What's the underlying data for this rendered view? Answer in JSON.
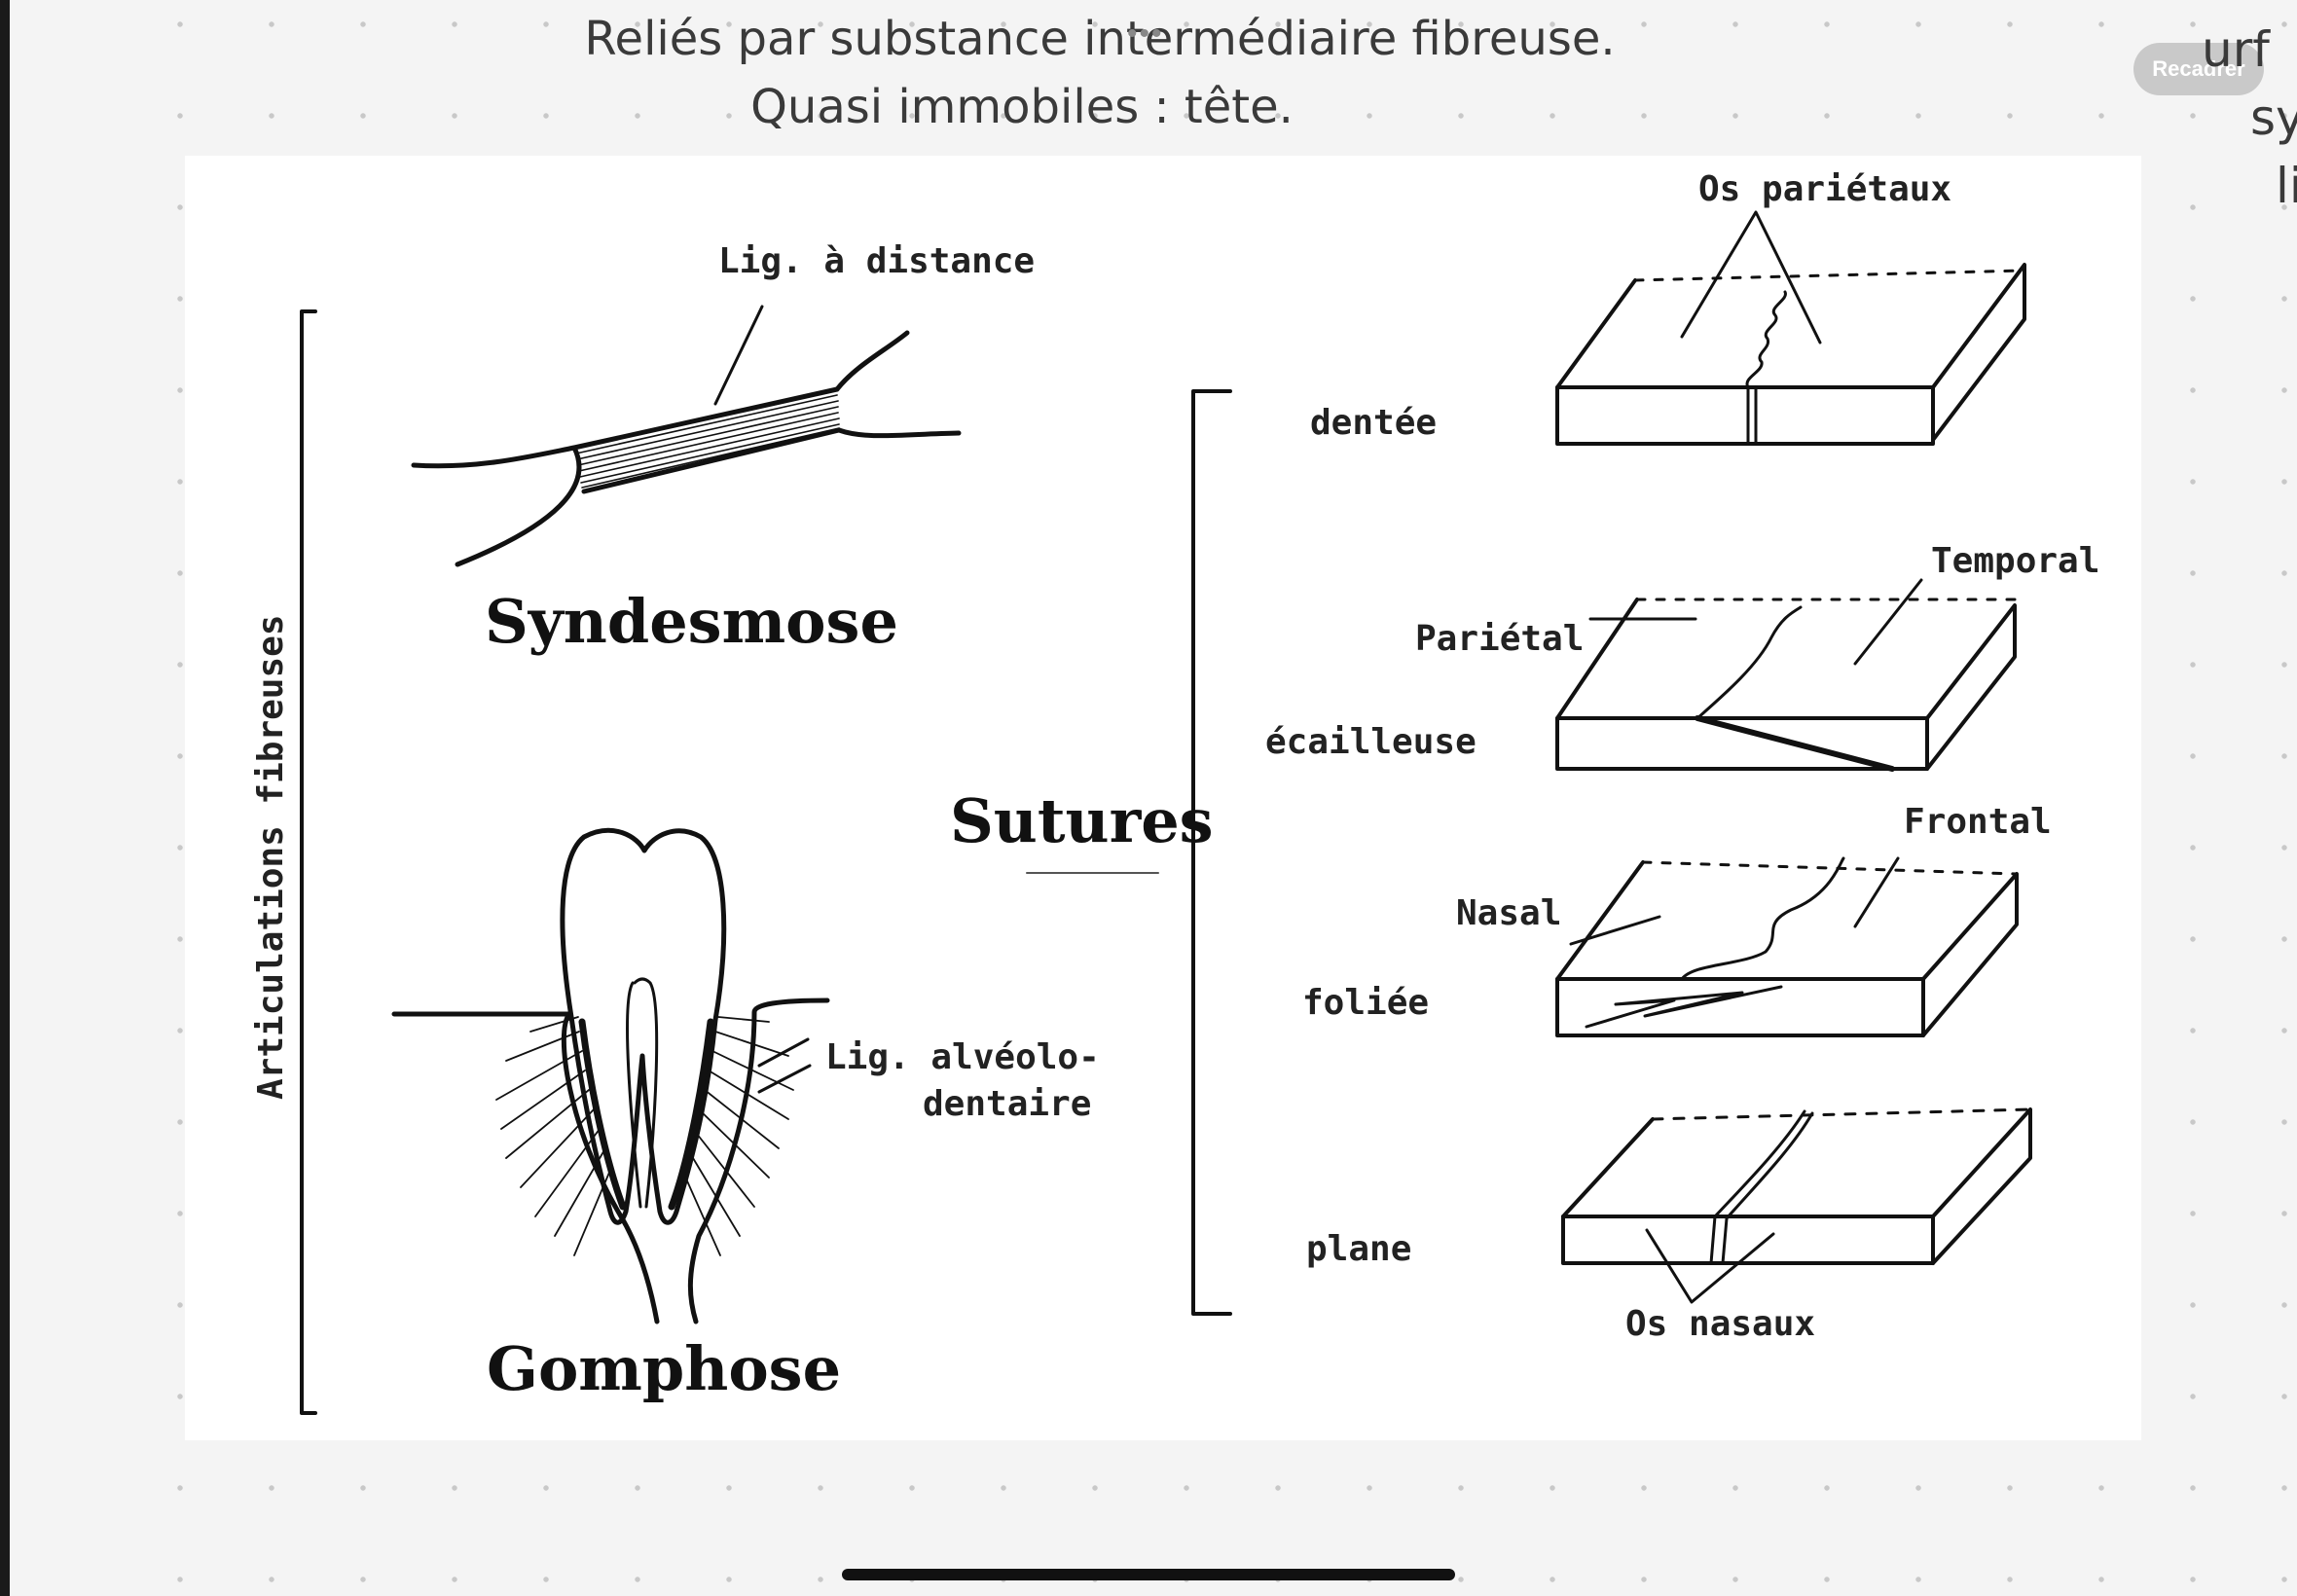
{
  "header": {
    "line1": "Reliés par substance intermédiaire fibreuse.",
    "line2": "Quasi immobiles : tête."
  },
  "toolbar": {
    "crop_label": "Recadrer"
  },
  "side_text": {
    "l1": "urf",
    "l2": "sy",
    "l3": "li"
  },
  "figure": {
    "vertical_label": "Articulations fibreuses",
    "syndesmose": {
      "title": "Syndesmose",
      "ligament": "Lig. à distance"
    },
    "gomphose": {
      "title": "Gomphose",
      "ligament_1": "Lig. alvéolo-",
      "ligament_2": "dentaire"
    },
    "sutures": {
      "title": "Sutures",
      "types": [
        "dentée",
        "écailleuse",
        "foliée",
        "plane"
      ],
      "labels": {
        "os_parietaux": "Os pariétaux",
        "temporal": "Temporal",
        "parietal": "Pariétal",
        "frontal": "Frontal",
        "nasal": "Nasal",
        "os_nasaux": "Os nasaux"
      }
    }
  }
}
